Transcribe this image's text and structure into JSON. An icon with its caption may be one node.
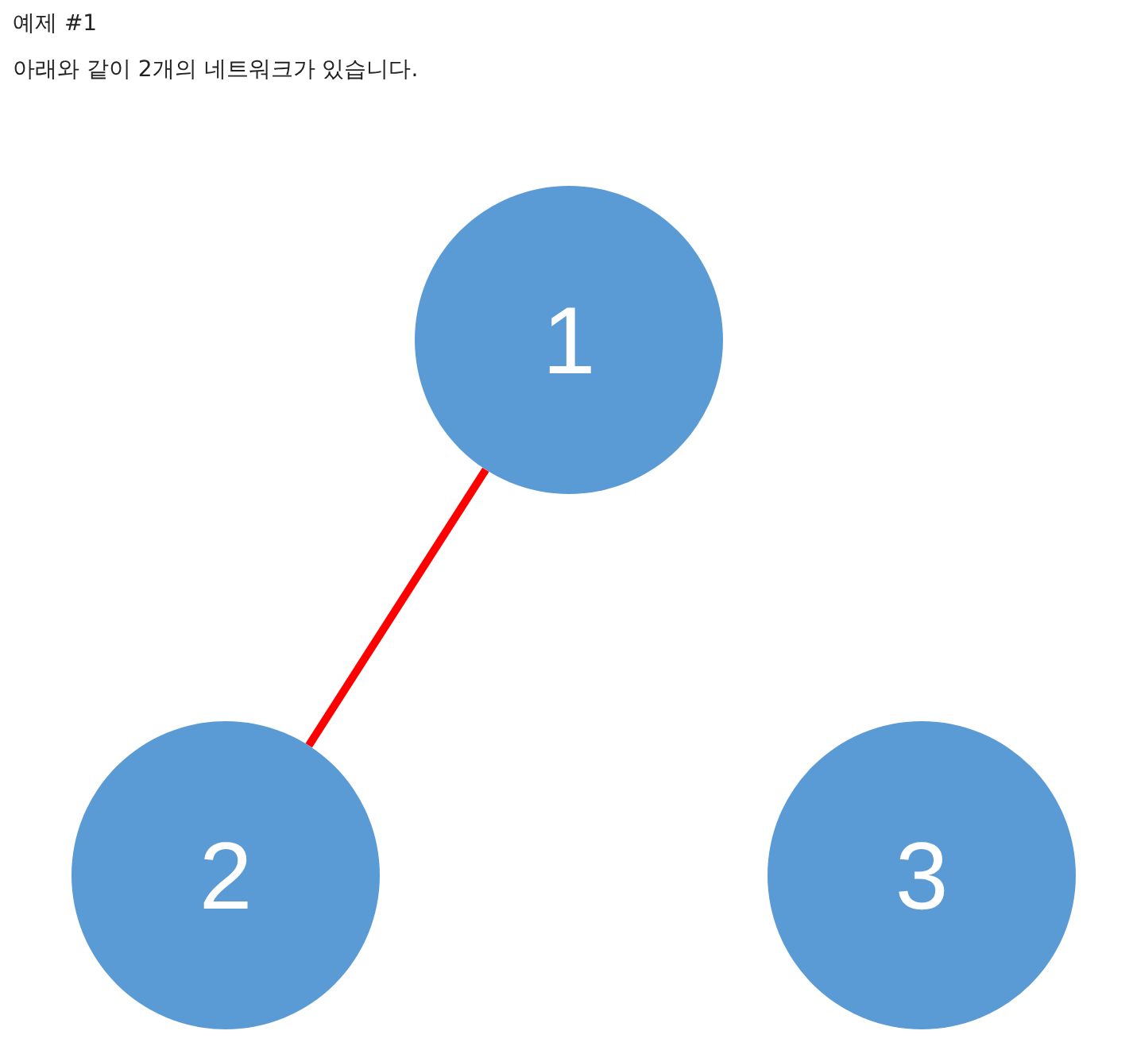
{
  "diagram": {
    "title": "예제 #1",
    "labels": [
      "아래와 같이 2개의 네트워크가 있습니다."
    ],
    "nodes": [
      {
        "text": [
          "1"
        ]
      },
      {
        "text": [
          "2"
        ]
      },
      {
        "text": [
          "3"
        ]
      }
    ],
    "edges": [
      {
        "from": 0,
        "to": 1,
        "arrow": "none",
        "color": "#ff0000"
      }
    ]
  }
}
